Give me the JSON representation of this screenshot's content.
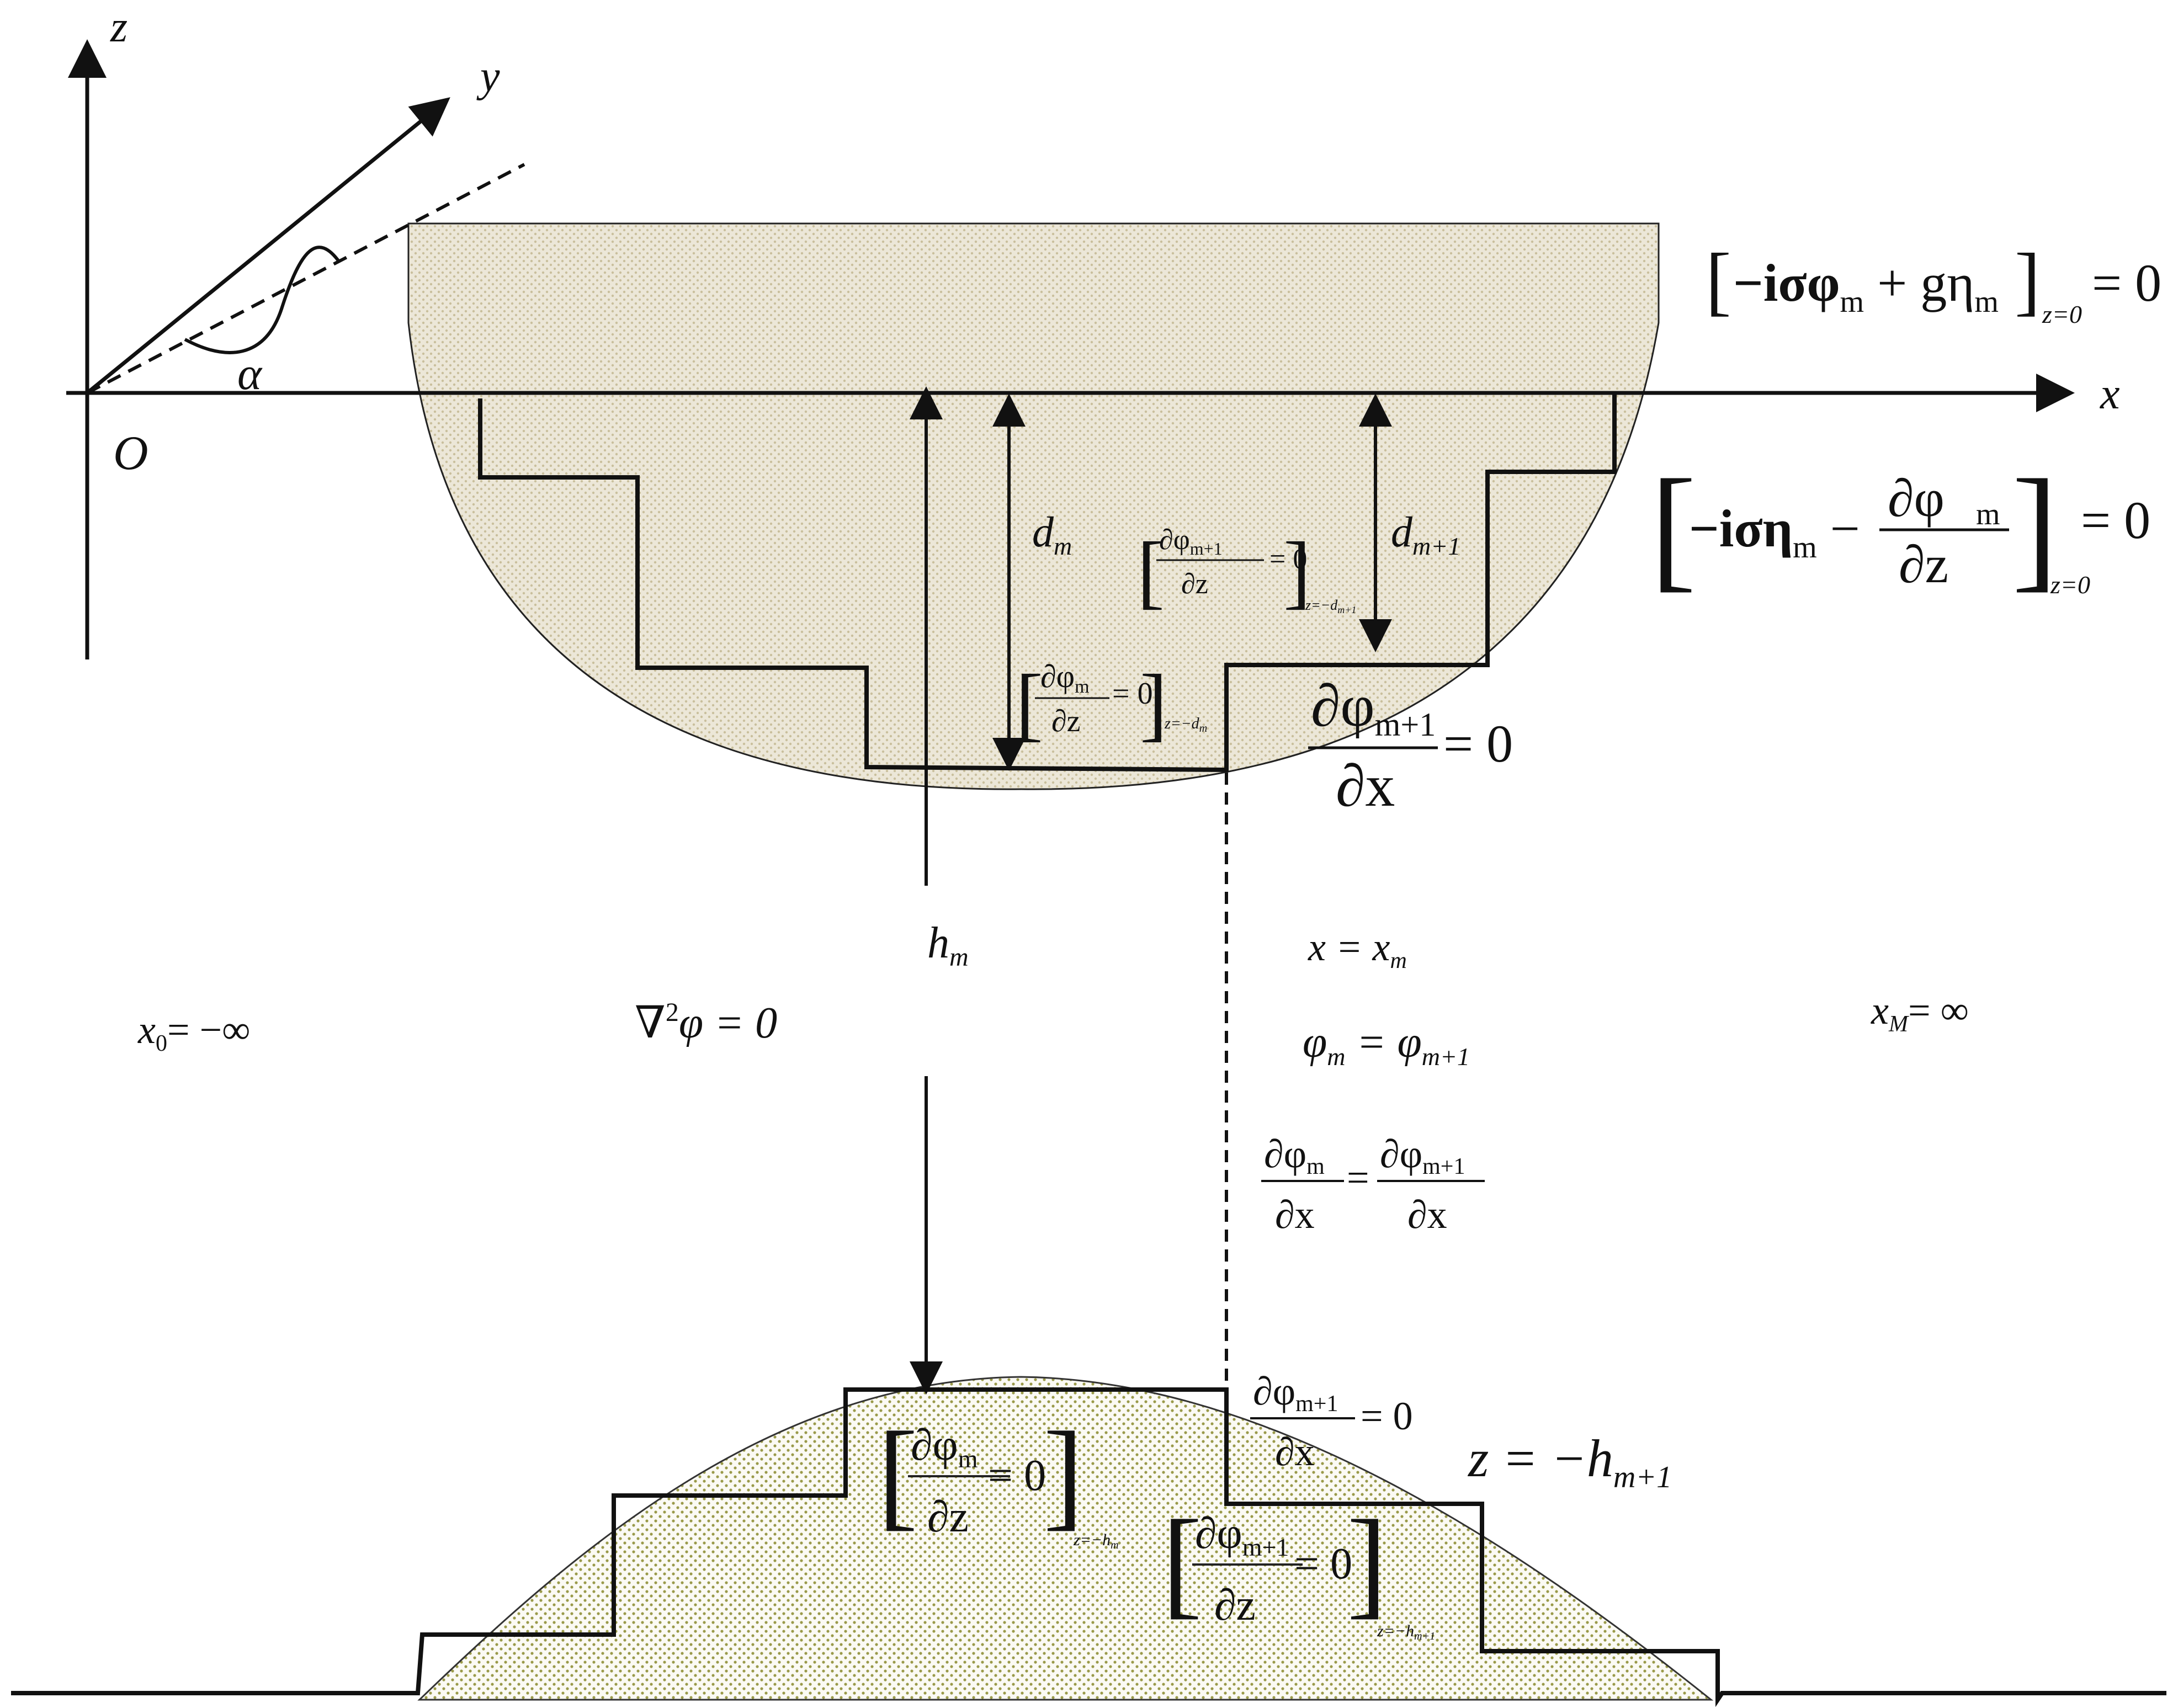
{
  "colors": {
    "ink": "#111111",
    "fill": "#ece7d8",
    "dot": "#c9bf9c",
    "dotDark": "#9a9a4a"
  },
  "axes": {
    "z": "z",
    "y": "y",
    "x": "x",
    "origin": "O",
    "alpha": "α"
  },
  "labels": {
    "dm": "d",
    "dm_sub": "m",
    "dm1": "d",
    "dm1_sub": "m+1",
    "hm": "h",
    "hm_sub": "m",
    "x0": "x",
    "x0_sub": "0",
    "x0_rhs": "= −∞",
    "xM": "x",
    "xM_sub": "M",
    "xM_rhs": "= ∞",
    "laplace": "∇",
    "laplace_sup": "2",
    "laplace_rhs": "φ = 0",
    "xeq": "x = x",
    "xeq_sub": "m",
    "phieq_a": "φ",
    "phieq_a_sub": "m",
    "phieq_mid": " = φ",
    "phieq_b_sub": "m+1",
    "zbottom": "z = −h",
    "zbottom_sub": "m+1"
  },
  "equations": {
    "surf1_lhs": "−iσφ",
    "surf1_mid": " + gη",
    "surf1_sub": "z=0",
    "surf1_rhs": "= 0",
    "surf2_lhs": "−iση",
    "surf2_num": "∂φ",
    "surf2_den": "∂z",
    "surf2_sub": "z=0",
    "surf2_rhs": "= 0",
    "partial": "∂φ",
    "dx": "∂x",
    "dz": "∂z",
    "eq0": "= 0",
    "sub_m": "m",
    "sub_m1": "m+1",
    "zlim_dm1": "z=−d",
    "zlim_dm": "z=−d",
    "zlim_hm": "z=−h",
    "zlim_hm1": "z=−h"
  }
}
